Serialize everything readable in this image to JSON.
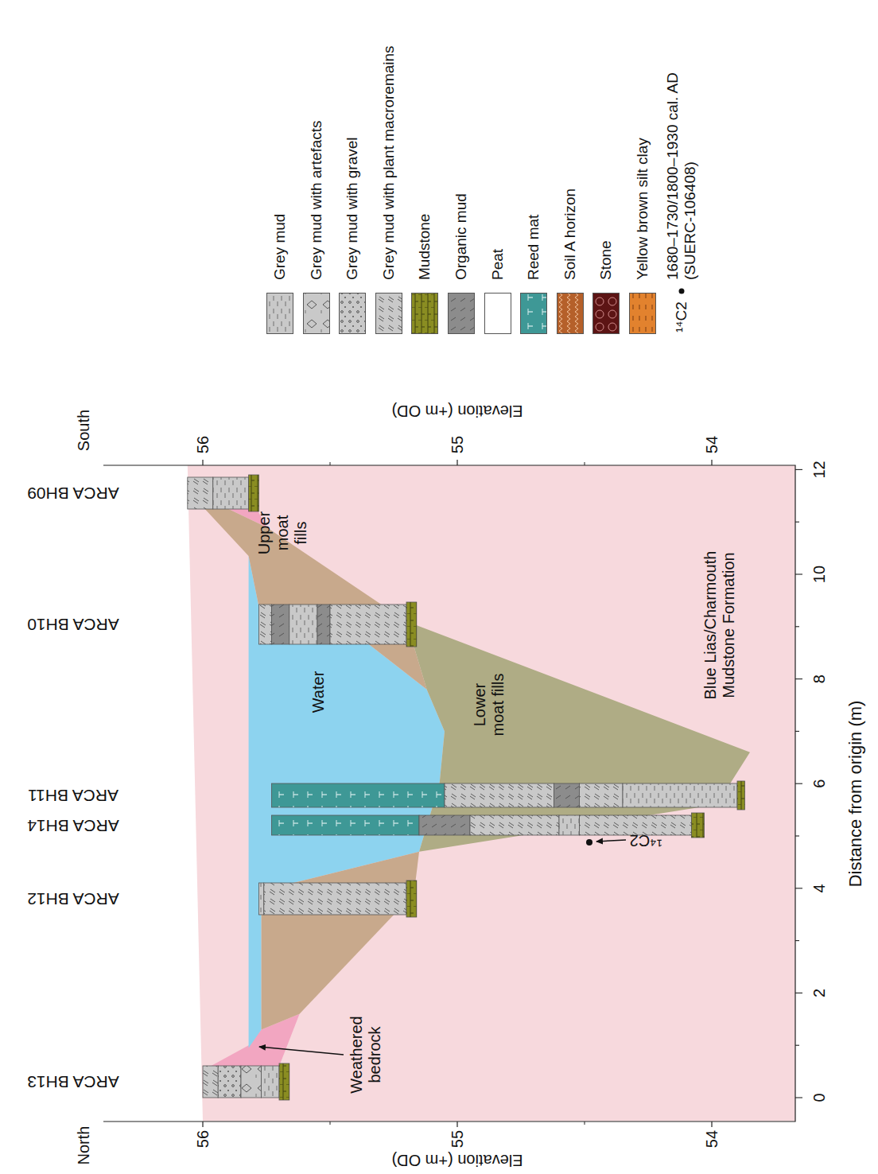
{
  "diagram": {
    "labels": [
      "North",
      "South",
      "ARCA BH13",
      "ARCA BH12",
      "ARCA BH14",
      "ARCA BH11",
      "ARCA BH10",
      "ARCA BH09",
      "56",
      "55",
      "54",
      "56",
      "55",
      "54",
      "Elevation (+m OD)",
      "Elevation (+m OD)",
      "0",
      "2",
      "4",
      "6",
      "8",
      "10",
      "12",
      "Distance from origin (m)",
      "Water",
      "Upper moat fills",
      "Lower moat fills",
      "Weathered bedrock",
      "Blue Lias/Charmouth Mudstone Formation",
      "¹⁴C2",
      "¹⁴C2"
    ],
    "legend": [
      {
        "text": "Grey mud",
        "color": "#c9c9c9"
      },
      {
        "text": "Grey mud with artefacts",
        "color": "#c9c9c9"
      },
      {
        "text": "Grey mud with gravel",
        "color": "#c9c9c9"
      },
      {
        "text": "Grey mud with plant macroremains",
        "color": "#c9c9c9"
      },
      {
        "text": "Mudstone",
        "color": "#8a8d22"
      },
      {
        "text": "Organic mud",
        "color": "#8c8c8c"
      },
      {
        "text": "Peat",
        "color": "#ffffff"
      },
      {
        "text": "Reed mat",
        "color": "#3e9896"
      },
      {
        "text": "Soil A horizon",
        "color": "#b5602a"
      },
      {
        "text": "Stone",
        "color": "#5c1414"
      },
      {
        "text": "Yellow brown silt clay",
        "color": "#e2822e"
      },
      {
        "text": "1680–1730/1800–1930 cal. AD (SUERC-106408)"
      }
    ]
  }
}
